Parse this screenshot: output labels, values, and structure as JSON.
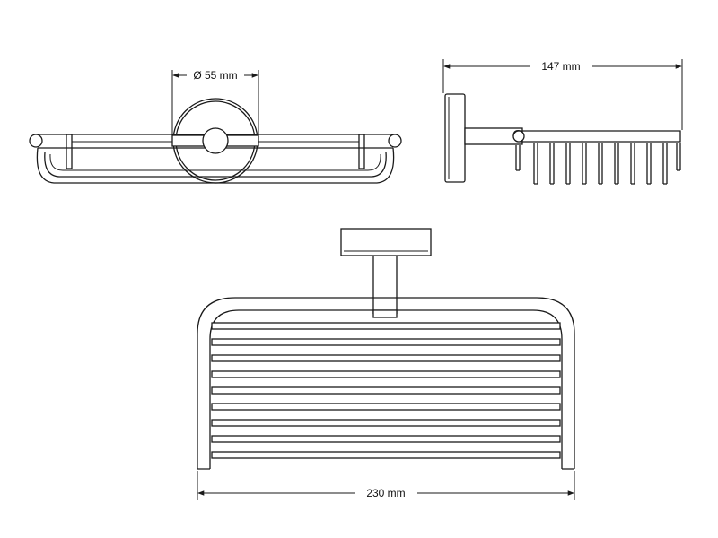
{
  "dimensions": {
    "diameter": "Ø 55 mm",
    "depth": "147 mm",
    "width": "230 mm"
  }
}
